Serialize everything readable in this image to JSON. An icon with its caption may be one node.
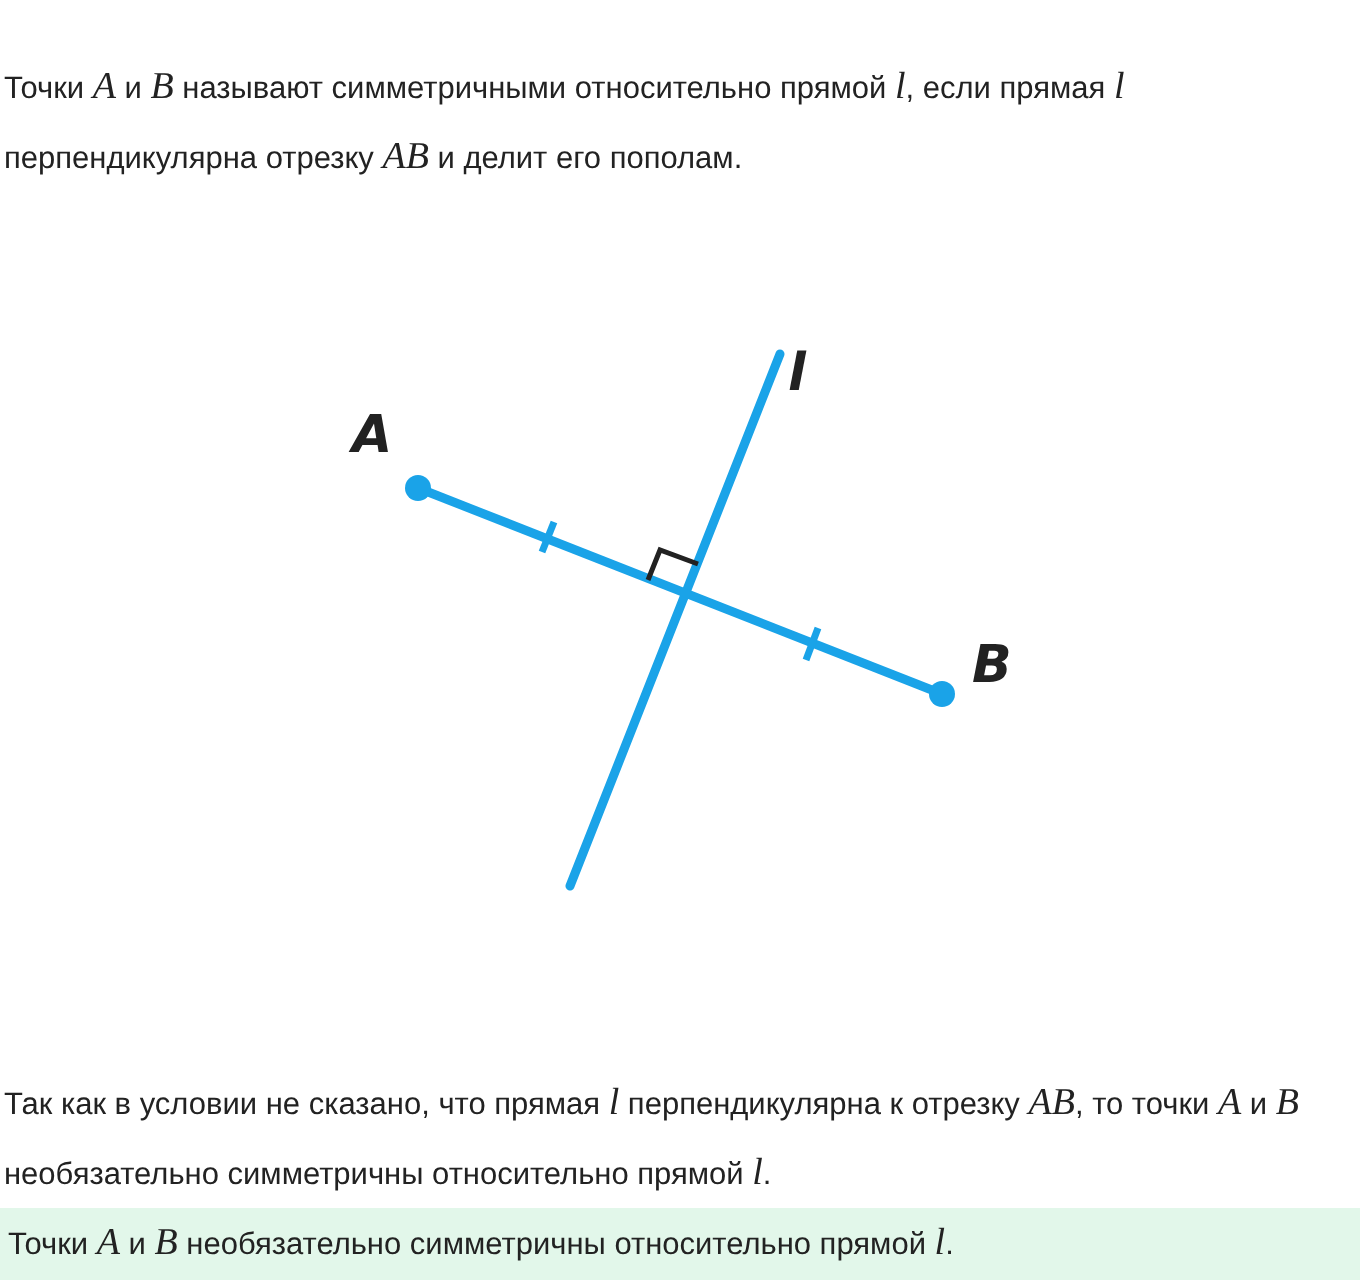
{
  "diagram": {
    "nodes": [
      {
        "text": [
          "Точки *A* и *B* необязательно симметричны относительно прямой *l*."
        ]
      }
    ],
    "labels": [
      "Точки *A* и *B* называют симметричными относительно прямой *l*, если прямая *l* перпендикулярна отрезку *AB* и делит его пополам.",
      "A",
      "l",
      "B",
      "Так как в условии не сказано, что прямая *l* перпендикулярна к отрезку *AB*, то точки *A* и *B* необязательно симметричны относительно прямой *l*."
    ]
  }
}
